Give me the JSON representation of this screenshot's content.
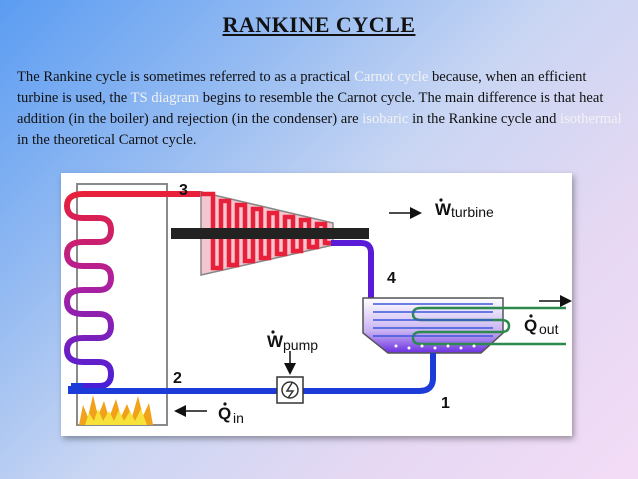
{
  "slide": {
    "title": "RANKINE CYCLE",
    "paragraph": {
      "t1": "The Rankine cycle is sometimes referred to as a practical ",
      "link1": "Carnot cycle",
      "t2": " because, when an efficient turbine is used, the ",
      "link2": "TS diagram",
      "t3": " begins to resemble the Carnot cycle. The main difference is that heat addition (in the boiler) and rejection (in the condenser) are ",
      "link3": "isobaric",
      "t4": " in the Rankine cycle and ",
      "link4": "isothermal",
      "t5": " in the theoretical Carnot cycle."
    }
  },
  "diagram": {
    "labels": {
      "p1": "1",
      "p2": "2",
      "p3": "3",
      "p4": "4",
      "w_turbine_symbol": "W",
      "w_turbine_sub": "turbine",
      "w_pump_symbol": "W",
      "w_pump_sub": "pump",
      "q_out_symbol": "Q",
      "q_out_sub": "out",
      "q_in_symbol": "Q",
      "q_in_sub": "in"
    },
    "colors": {
      "hot": "#e8203a",
      "warm": "#b0209c",
      "cool": "#5a1bd6",
      "cold": "#1c3bd8",
      "condenser_pipe": "#7a2fc8",
      "flame_outer": "#f2a21a",
      "flame_inner": "#f7e23a",
      "coolant_line": "#2d8a4e",
      "shaft": "#222222"
    }
  }
}
